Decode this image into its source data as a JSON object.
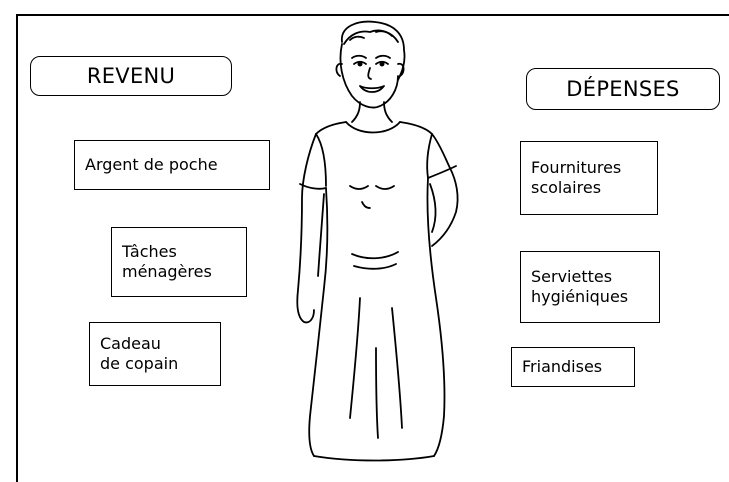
{
  "income": {
    "title": "REVENU",
    "items": [
      "Argent de poche",
      "Tâches\nménagères",
      "Cadeau\nde copain"
    ]
  },
  "expenses": {
    "title": "DÉPENSES",
    "items": [
      "Fournitures\nscolaires",
      "Serviettes\nhygiéniques",
      "Friandises"
    ]
  }
}
